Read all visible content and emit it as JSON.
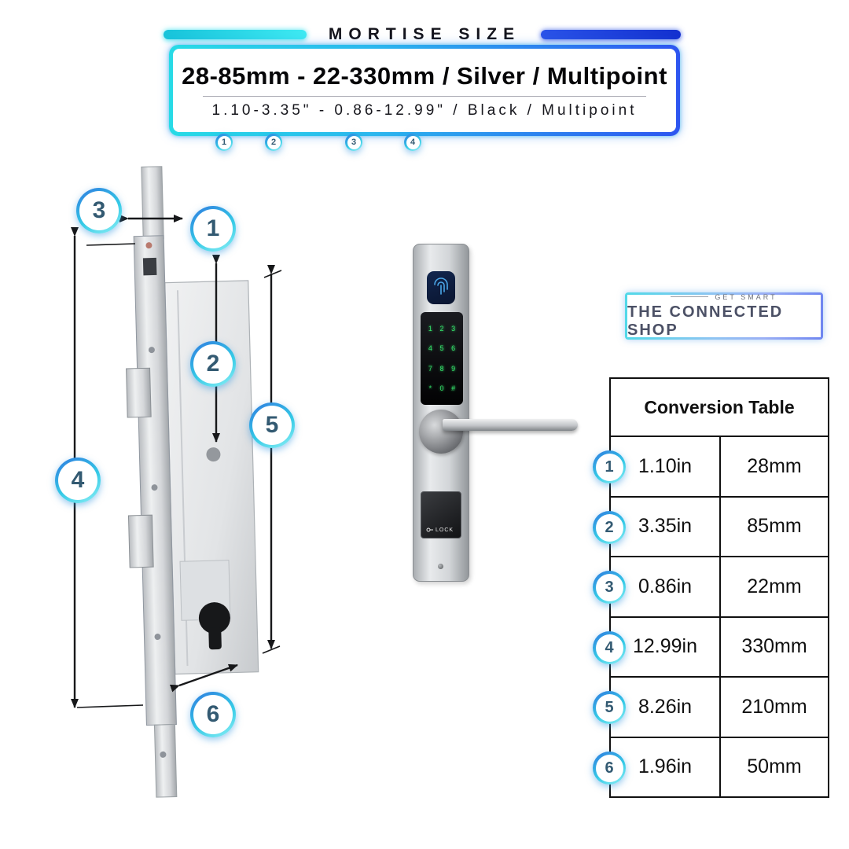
{
  "header": {
    "title": "MORTISE SIZE",
    "line1": "28-85mm - 22-330mm / Silver / Multipoint",
    "line2": "1.10-3.35\" - 0.86-12.99\" / Black / Multipoint",
    "badges": [
      "1",
      "2",
      "3",
      "4"
    ]
  },
  "callouts": {
    "c1": "1",
    "c2": "2",
    "c3": "3",
    "c4": "4",
    "c5": "5",
    "c6": "6"
  },
  "device": {
    "keypad": [
      "1",
      "2",
      "3",
      "4",
      "5",
      "6",
      "7",
      "8",
      "9",
      "*",
      "0",
      "#"
    ],
    "lock_label": "LOCK"
  },
  "brand": {
    "tagline": "GET SMART",
    "name": "THE CONNECTED SHOP"
  },
  "table": {
    "title": "Conversion Table",
    "rows": [
      {
        "num": "1",
        "in": "1.10in",
        "mm": "28mm"
      },
      {
        "num": "2",
        "in": "3.35in",
        "mm": "85mm"
      },
      {
        "num": "3",
        "in": "0.86in",
        "mm": "22mm"
      },
      {
        "num": "4",
        "in": "12.99in",
        "mm": "330mm"
      },
      {
        "num": "5",
        "in": "8.26in",
        "mm": "210mm"
      },
      {
        "num": "6",
        "in": "1.96in",
        "mm": "50mm"
      }
    ]
  },
  "colors": {
    "cyan": "#2fd8e6",
    "blue": "#2d55f0",
    "badge_text": "#335a72",
    "keypad_green": "#35e06a"
  }
}
